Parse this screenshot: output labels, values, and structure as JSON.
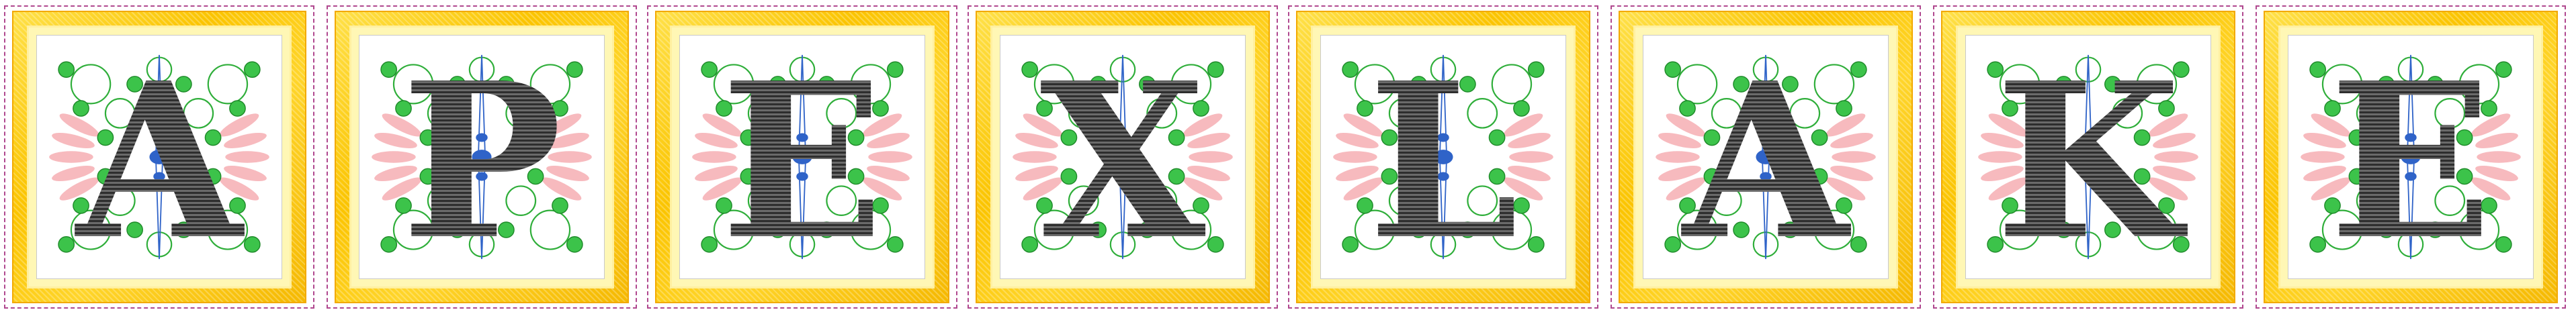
{
  "tiles": [
    {
      "letter": "A"
    },
    {
      "letter": "P"
    },
    {
      "letter": "E"
    },
    {
      "letter": "X"
    },
    {
      "letter": "L"
    },
    {
      "letter": "A"
    },
    {
      "letter": "K"
    },
    {
      "letter": "E"
    }
  ],
  "colors": {
    "frame_gold": "#fbc400",
    "stitch_border": "#b0488f",
    "swirl_green": "#2fae3a",
    "dot_green": "#3cc34a",
    "spine_blue": "#2f63c8",
    "petal_pink": "#f4a3a8",
    "letter_gray": "#4a4a4a"
  }
}
